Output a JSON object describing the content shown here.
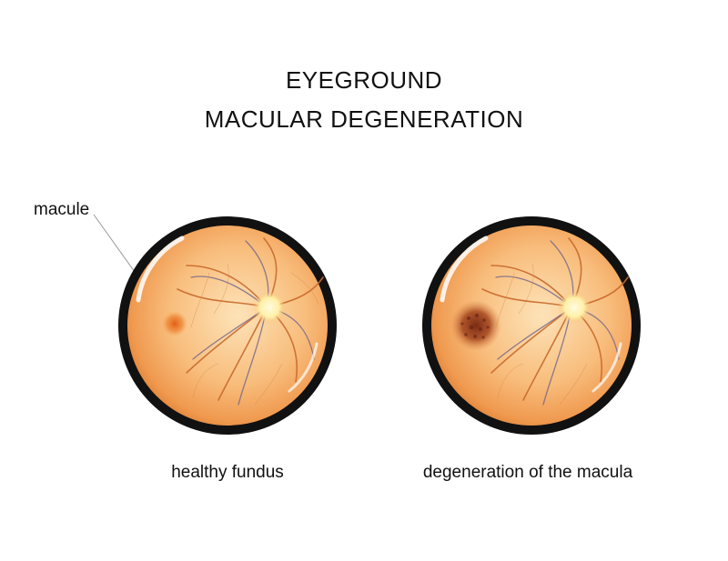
{
  "title": {
    "line1": "EYEGROUND",
    "line2": "MACULAR DEGENERATION"
  },
  "callout": {
    "label": "macule"
  },
  "panels": [
    {
      "caption": "healthy fundus"
    },
    {
      "caption": "degeneration of the macula"
    }
  ],
  "colors": {
    "fundus_light": "#fbd7a4",
    "fundus_mid": "#f4a35a",
    "fundus_dark": "#d97a2e",
    "rim": "#111111",
    "disc": "#fff1b0",
    "vessel": "#c96a2c",
    "vein": "#7a6a8a",
    "macula_healthy": "#e8742a",
    "macula_degenerated": "#8a3a1e"
  }
}
